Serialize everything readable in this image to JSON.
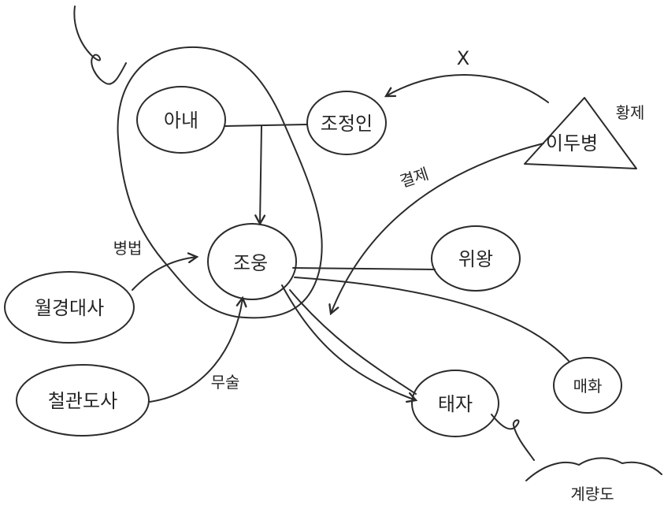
{
  "nodes": {
    "wife": "아내",
    "jojeongin": "조정인",
    "idubyeong": "이두병",
    "joung": "조웅",
    "wigwang": "위왕",
    "wolgyeong": "월경대사",
    "cheolgwan": "철관도사",
    "taeja": "태자",
    "maehwa": "매화",
    "gyeryangdo": "계량도"
  },
  "edge_labels": {
    "x_mark": "X",
    "hwangje": "황제",
    "gyeolje": "결제",
    "byeongbeop": "병법",
    "museul": "무술"
  },
  "colors": {
    "ink": "#2b2b2b",
    "paper": "#ffffff"
  }
}
